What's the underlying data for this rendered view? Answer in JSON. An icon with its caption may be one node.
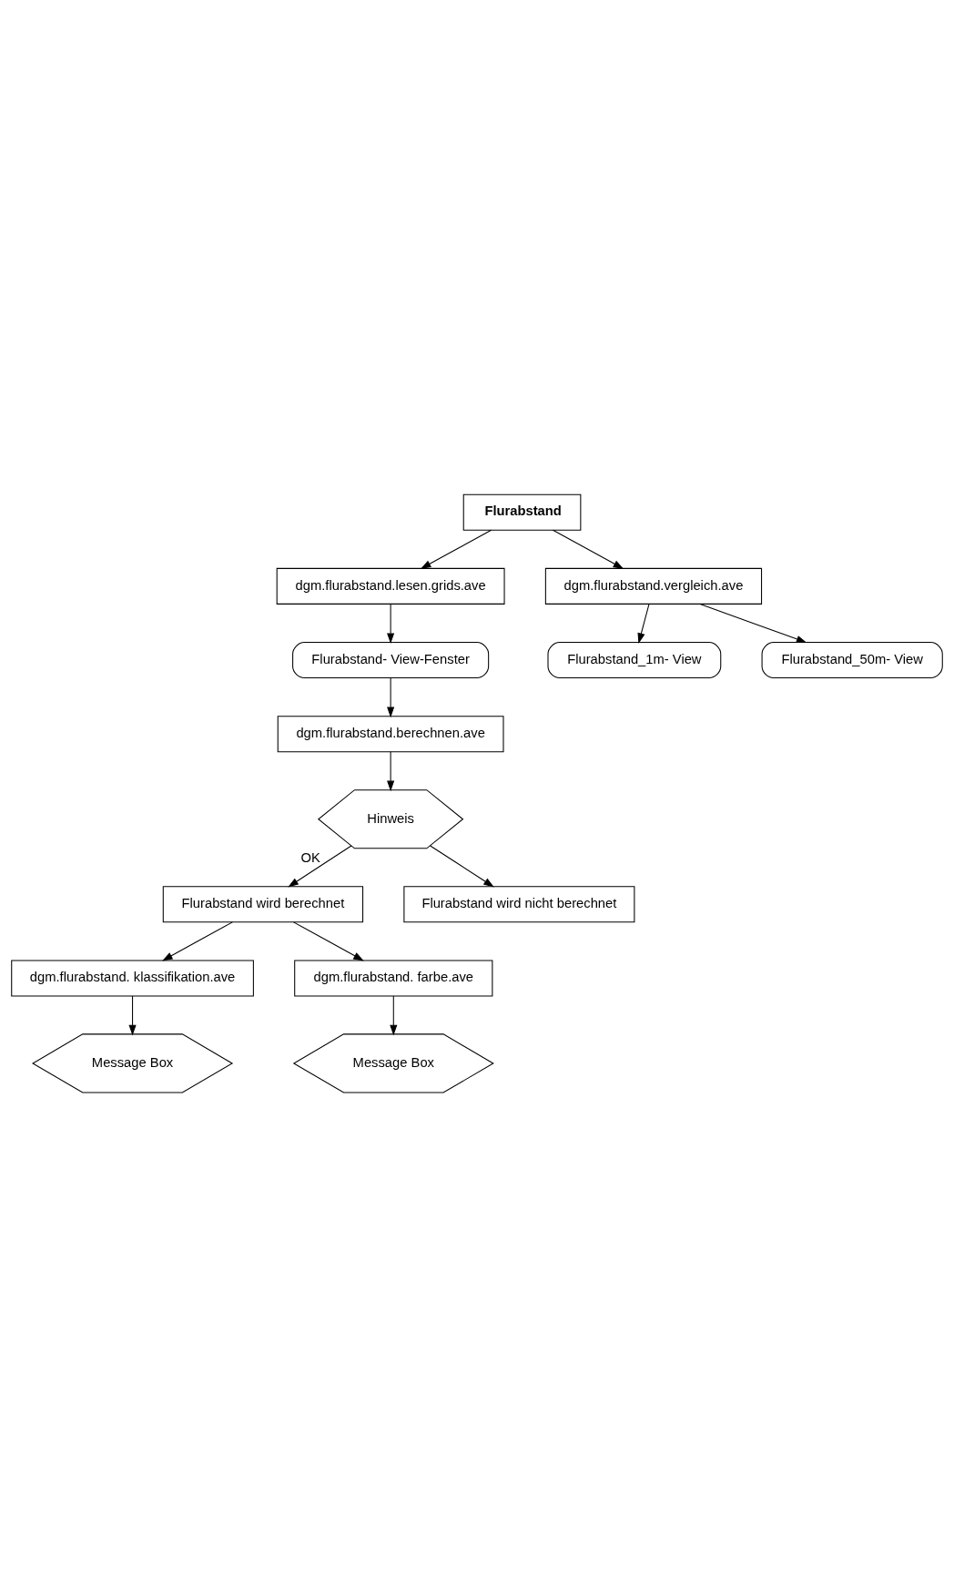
{
  "diagram": {
    "nodes": [
      {
        "text": [
          "Flurabstand"
        ]
      },
      {
        "text": [
          "dgm.flurabstand.lesen.grids.ave"
        ]
      },
      {
        "text": [
          "Flurabstand- View-Fenster"
        ]
      },
      {
        "text": [
          "dgm.flurabstand.berechnen.ave"
        ]
      },
      {
        "text": [
          "Hinweis"
        ]
      },
      {
        "text": [
          "Flurabstand wird berechnet"
        ]
      },
      {
        "text": [
          "Flurabstand wird nicht berechnet"
        ]
      },
      {
        "text": [
          "dgm.flurabstand. klassifikation.ave"
        ]
      },
      {
        "text": [
          "dgm.flurabstand. farbe.ave"
        ]
      },
      {
        "text": [
          "Message Box"
        ]
      },
      {
        "text": [
          "Message Box"
        ]
      },
      {
        "text": [
          "dgm.flurabstand.vergleich.ave"
        ]
      },
      {
        "text": [
          "Flurabstand_1m- View"
        ]
      },
      {
        "text": [
          "Flurabstand_50m- View"
        ]
      }
    ],
    "edges": [
      {
        "from": 0,
        "to": 1,
        "arrow": "to"
      },
      {
        "from": 1,
        "to": 2,
        "arrow": "to"
      },
      {
        "from": 2,
        "to": 3,
        "arrow": "to"
      },
      {
        "from": 3,
        "to": 4,
        "arrow": "to"
      },
      {
        "from": 4,
        "to": 5,
        "label": "OK",
        "arrow": "to"
      },
      {
        "from": 4,
        "to": 6,
        "arrow": "to"
      },
      {
        "from": 5,
        "to": 7,
        "arrow": "to"
      },
      {
        "from": 5,
        "to": 8,
        "arrow": "to"
      },
      {
        "from": 7,
        "to": 9,
        "arrow": "to"
      },
      {
        "from": 8,
        "to": 10,
        "arrow": "to"
      },
      {
        "from": 0,
        "to": 11,
        "arrow": "to"
      },
      {
        "from": 11,
        "to": 12,
        "arrow": "to"
      },
      {
        "from": 11,
        "to": 13,
        "arrow": "to"
      }
    ]
  }
}
